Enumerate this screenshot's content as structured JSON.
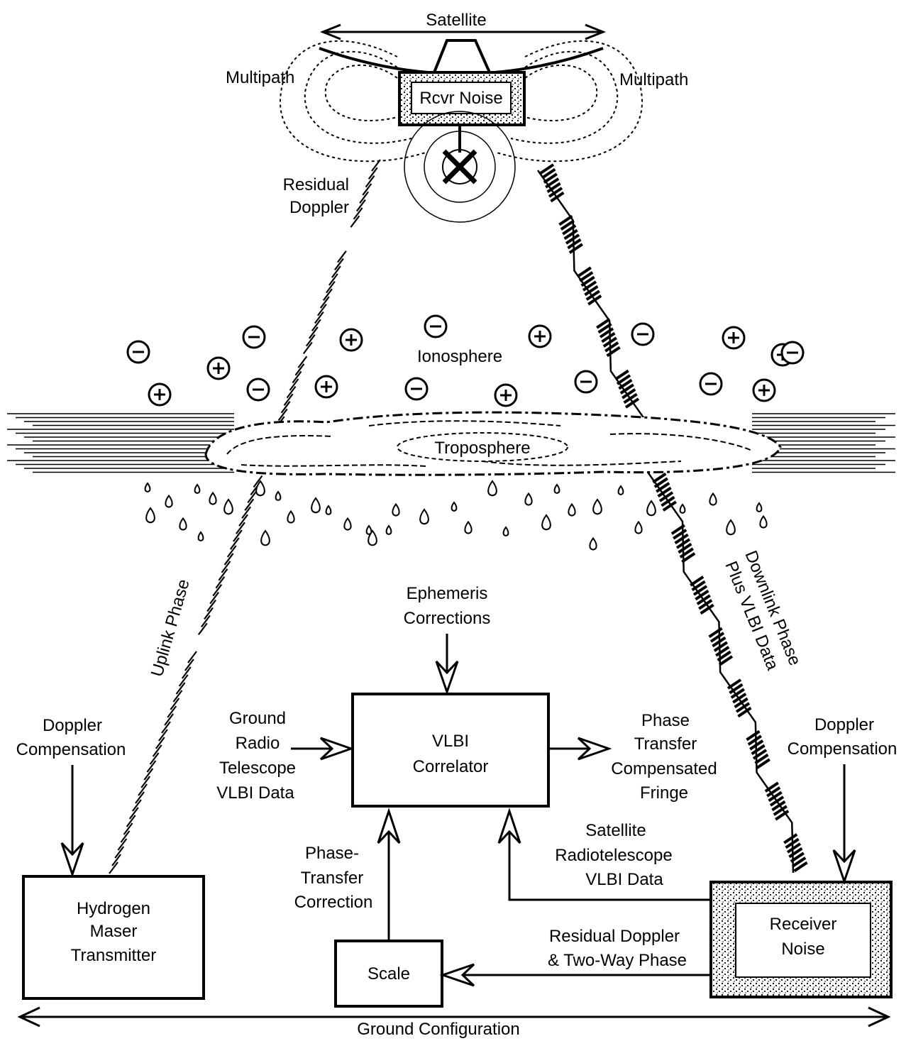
{
  "labels": {
    "satellite": "Satellite",
    "multipath_left": "Multipath",
    "multipath_right": "Multipath",
    "rcvr_noise": "Rcvr Noise",
    "residual_doppler": [
      "Residual",
      "Doppler"
    ],
    "ionosphere": "Ionosphere",
    "troposphere": "Troposphere",
    "uplink_phase": "Uplink Phase",
    "downlink_phase": [
      "Downlink Phase",
      "Plus VLBI Data"
    ],
    "ephemeris": [
      "Ephemeris",
      "Corrections"
    ],
    "ground_radio": [
      "Ground",
      "Radio",
      "Telescope",
      "VLBI Data"
    ],
    "vlbi_correlator": [
      "VLBI",
      "Correlator"
    ],
    "phase_transfer_out": [
      "Phase",
      "Transfer",
      "Compensated",
      "Fringe"
    ],
    "doppler_comp_left": [
      "Doppler",
      "Compensation"
    ],
    "doppler_comp_right": [
      "Doppler",
      "Compensation"
    ],
    "satellite_radio": [
      "Satellite",
      "Radiotelescope",
      "VLBI Data"
    ],
    "phase_transfer_corr": [
      "Phase-",
      "Transfer",
      "Correction"
    ],
    "hydrogen_maser": [
      "Hydrogen",
      "Maser",
      "Transmitter"
    ],
    "receiver_noise": [
      "Receiver",
      "Noise"
    ],
    "scale": "Scale",
    "residual_two_way": [
      "Residual Doppler",
      "& Two-Way Phase"
    ],
    "ground_config": "Ground Configuration"
  },
  "ions": [
    {
      "sign": "minus"
    },
    {
      "sign": "plus"
    },
    {
      "sign": "minus"
    },
    {
      "sign": "plus"
    },
    {
      "sign": "plus"
    },
    {
      "sign": "minus"
    },
    {
      "sign": "plus"
    },
    {
      "sign": "minus"
    },
    {
      "sign": "plus"
    },
    {
      "sign": "minus"
    },
    {
      "sign": "plus"
    },
    {
      "sign": "minus"
    },
    {
      "sign": "minus"
    },
    {
      "sign": "plus"
    },
    {
      "sign": "minus"
    },
    {
      "sign": "plus"
    },
    {
      "sign": "minus"
    },
    {
      "sign": "plus"
    }
  ]
}
